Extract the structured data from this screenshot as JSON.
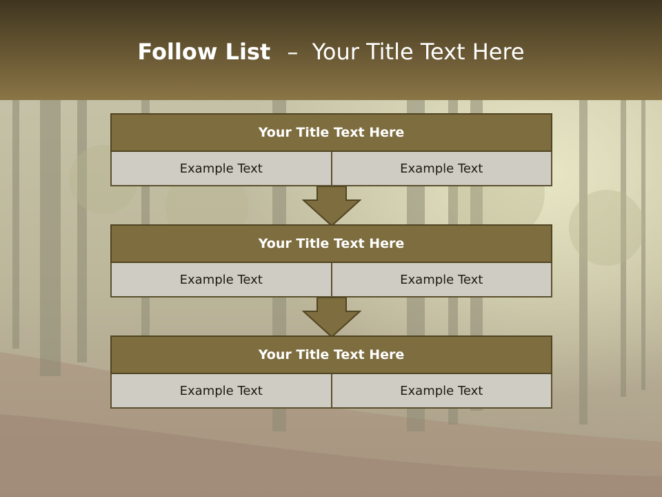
{
  "slide": {
    "title_bold": "Follow List",
    "title_separator": "–",
    "title_rest": "Your Title Text Here"
  },
  "steps": [
    {
      "title": "Your Title Text Here",
      "left": "Example Text",
      "right": "Example Text"
    },
    {
      "title": "Your Title Text Here",
      "left": "Example Text",
      "right": "Example Text"
    },
    {
      "title": "Your Title Text Here",
      "left": "Example Text",
      "right": "Example Text"
    }
  ],
  "colors": {
    "header_dark": "#3f3520",
    "header_light": "#8a7546",
    "box_title": "#7e6d3f",
    "box_cell": "#cfccc3",
    "arrow": "#7e6d3f"
  }
}
